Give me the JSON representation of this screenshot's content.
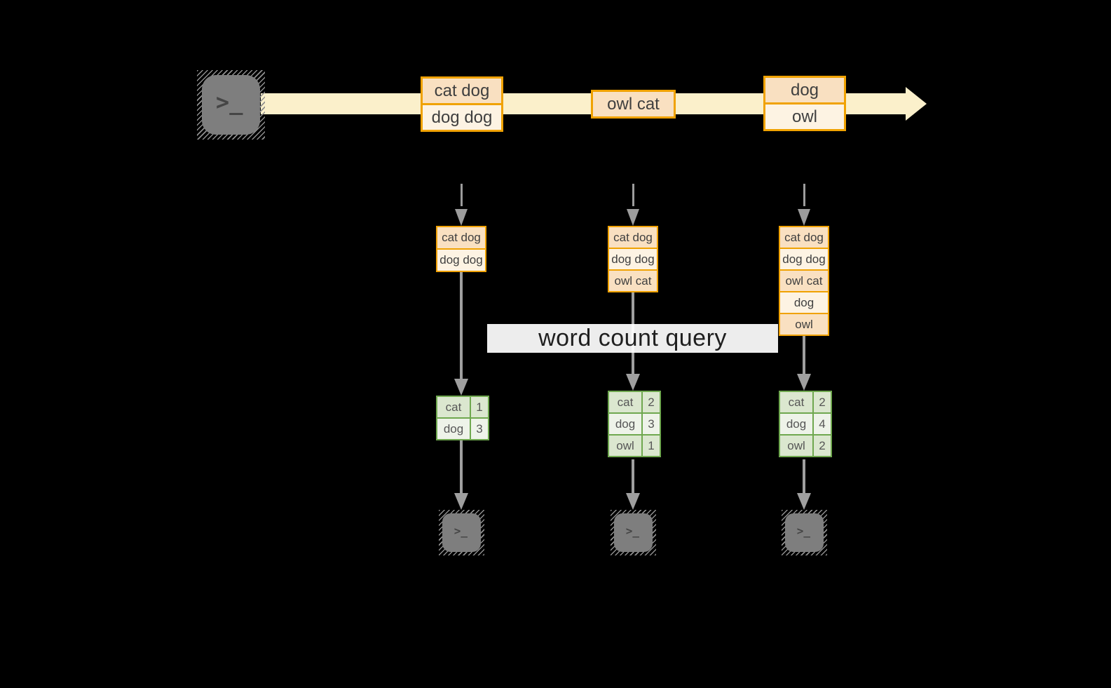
{
  "colors": {
    "background": "#000000",
    "stream_band": "#fbf0cb",
    "batch_border": "#f0a202",
    "batch_fill_dark": "#f9e0c1",
    "batch_fill_light": "#fdf3e3",
    "table_border": "#6fa84f",
    "table_fill_tint": "#dbe7cf",
    "table_fill_light": "#eef3e9",
    "arrow_gray": "#9f9f9f"
  },
  "terminal_glyph": ">_",
  "query_label": "word count query",
  "stream": {
    "batches": [
      {
        "rows": [
          "cat dog",
          "dog dog"
        ]
      },
      {
        "rows": [
          "owl cat"
        ]
      },
      {
        "rows": [
          "dog",
          "owl"
        ]
      }
    ]
  },
  "columns": [
    {
      "state": [
        "cat dog",
        "dog dog"
      ],
      "counts": [
        {
          "word": "cat",
          "count": 1
        },
        {
          "word": "dog",
          "count": 3
        }
      ]
    },
    {
      "state": [
        "cat dog",
        "dog dog",
        "owl cat"
      ],
      "counts": [
        {
          "word": "cat",
          "count": 2
        },
        {
          "word": "dog",
          "count": 3
        },
        {
          "word": "owl",
          "count": 1
        }
      ]
    },
    {
      "state": [
        "cat dog",
        "dog dog",
        "owl cat",
        "dog",
        "owl"
      ],
      "counts": [
        {
          "word": "cat",
          "count": 2
        },
        {
          "word": "dog",
          "count": 4
        },
        {
          "word": "owl",
          "count": 2
        }
      ]
    }
  ]
}
